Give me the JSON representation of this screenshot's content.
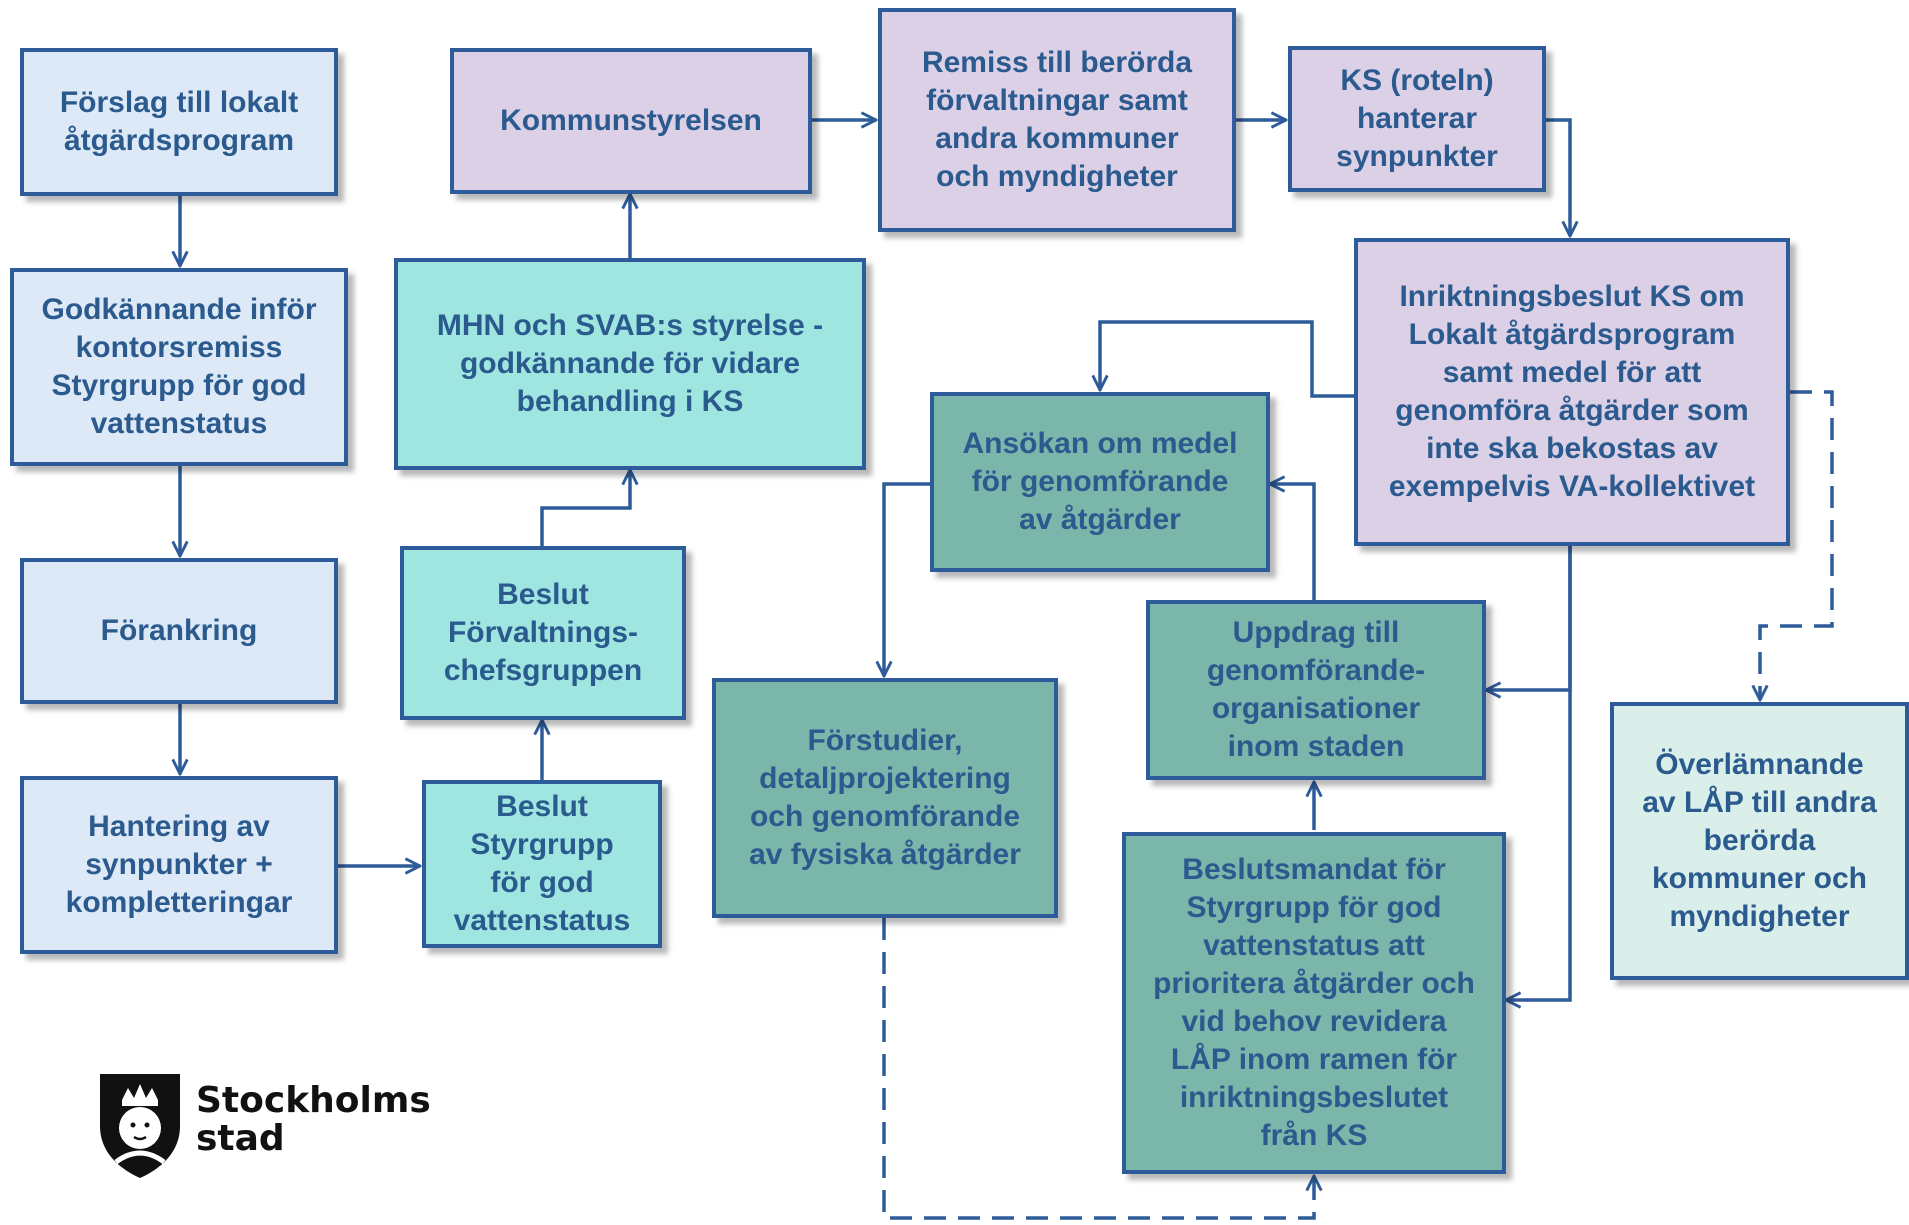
{
  "boxes": {
    "forslag": "Förslag till lokalt\nåtgärdsprogram",
    "godkannande": "Godkännande inför\nkontorsremiss\nStyrgrupp för god\nvattenstatus",
    "forankring": "Förankring",
    "hantering": "Hantering av\nsynpunkter  +\nkompletteringar",
    "beslut_styrgrupp": "Beslut\nStyrgrupp\nför god\nvattenstatus",
    "beslut_forvaltning": "Beslut\nFörvaltnings-\nchefsgruppen",
    "mhn": "MHN och SVAB:s styrelse -\ngodkännande för vidare\nbehandling i KS",
    "kommunstyrelsen": "Kommunstyrelsen",
    "remiss": "Remiss till berörda\nförvaltningar samt\nandra kommuner\noch myndigheter",
    "ks_roteln": "KS (roteln)\nhanterar\nsynpunkter",
    "inriktning": "Inriktningsbeslut KS om\nLokalt åtgärdsprogram\nsamt medel för att\ngenomföra åtgärder som\ninte ska bekostas av\nexempelvis VA-kollektivet",
    "ansokan": "Ansökan om medel\nför genomförande\nav åtgärder",
    "forstudier": "Förstudier,\ndetaljprojektering\noch genomförande\nav fysiska åtgärder",
    "uppdrag": "Uppdrag till\ngenomförande-\norganisationer\ninom staden",
    "beslutsmandat": "Beslutsmandat för\nStyrgrupp för god\nvattenstatus att\nprioritera åtgärder och\nvid behov revidera\nLÅP inom ramen för\ninriktningsbeslutet\nfrån KS",
    "overlamnande": "Överlämnande\nav LÅP till andra\nberörda\nkommuner och\nmyndigheter"
  },
  "logo": {
    "text": "Stockholms\nstad"
  },
  "colors": {
    "border": "#2e5c9a",
    "text": "#2a5a8e",
    "arrow": "#2e5c9a",
    "light_blue": "#dde9f6",
    "lavender": "#dcd0e6",
    "cyan": "#9fe6e0",
    "teal": "#7ab6aa",
    "pale": "#daeeea"
  }
}
